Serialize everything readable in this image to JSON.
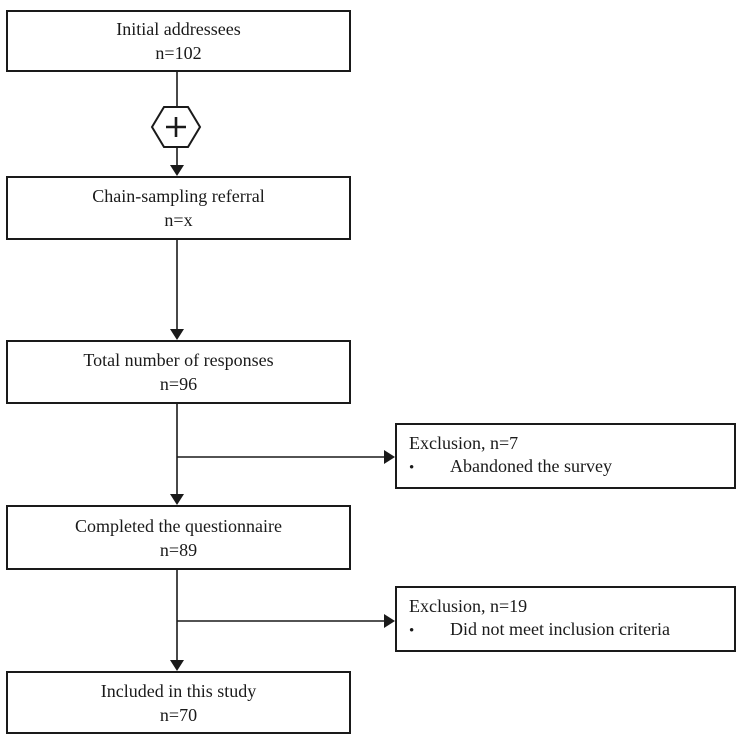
{
  "diagram": {
    "type": "flowchart",
    "line_color": "#1a1a1a",
    "box_background": "#ffffff",
    "merge_symbol": "+",
    "nodes": {
      "initial": {
        "line1": "Initial addressees",
        "line2": "n=102"
      },
      "chain": {
        "line1": "Chain-sampling referral",
        "line2": "n=x"
      },
      "responses": {
        "line1": "Total number of responses",
        "line2": "n=96"
      },
      "completed": {
        "line1": "Completed the questionnaire",
        "line2": "n=89"
      },
      "included": {
        "line1": "Included in this study",
        "line2": "n=70"
      }
    },
    "exclusions": {
      "first": {
        "title": "Exclusion, n=7",
        "bullet": "•",
        "reason": "Abandoned the survey"
      },
      "second": {
        "title": "Exclusion, n=19",
        "bullet": "•",
        "reason": "Did not meet inclusion criteria"
      }
    }
  }
}
